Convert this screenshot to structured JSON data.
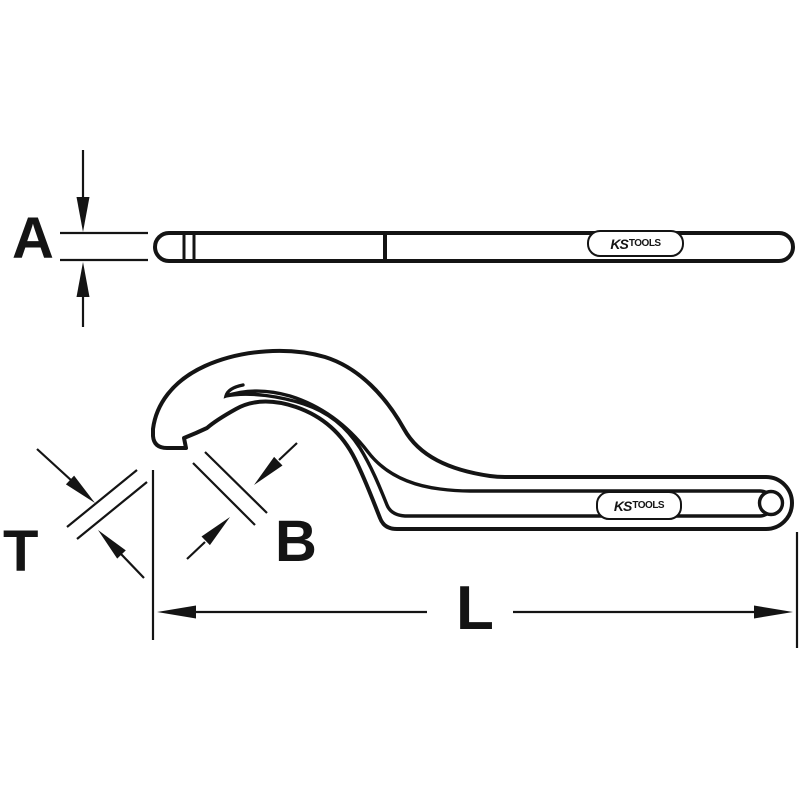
{
  "colors": {
    "line": "#141414",
    "background": "#ffffff"
  },
  "labels": {
    "dimension_a": "A",
    "dimension_t": "T",
    "dimension_b": "B",
    "dimension_l": "L"
  },
  "logo": {
    "ks": "KS",
    "tools": "TOOLS"
  },
  "views": {
    "side_view_dimensions": [
      "A"
    ],
    "top_view_dimensions": [
      "T",
      "B",
      "L"
    ]
  }
}
